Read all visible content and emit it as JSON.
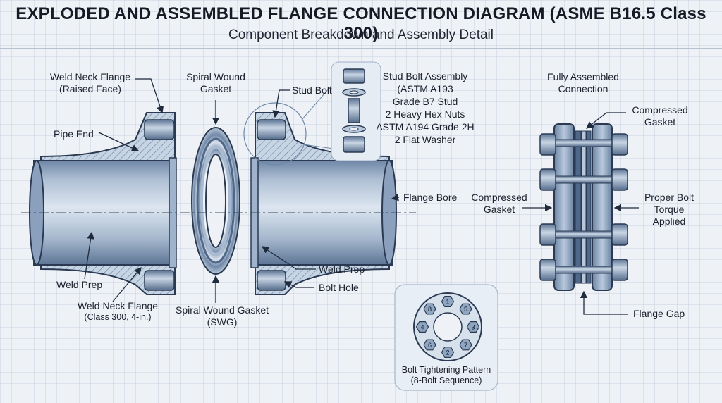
{
  "header": {
    "title": "EXPLODED AND ASSEMBLED FLANGE CONNECTION DIAGRAM (ASME B16.5 Class 300)",
    "subtitle": "Component Breakdown and Assembly Detail"
  },
  "labels": {
    "weld_neck_flange_rf": [
      "Weld Neck Flange",
      "(Raised Face)"
    ],
    "pipe_end": "Pipe End",
    "weld_prep_left": "Weld Prep",
    "weld_neck_flange_class": [
      "Weld Neck Flange",
      "(Class 300, 4-in.)"
    ],
    "spiral_wound_gasket": [
      "Spiral Wound",
      "Gasket"
    ],
    "spiral_wound_gasket_swg": [
      "Spiral Wound Gasket",
      "(SWG)"
    ],
    "stud_bolt": "Stud Bolt",
    "stud_bolt_assembly": [
      "Stud Bolt Assembly",
      "(ASTM A193",
      "Grade B7 Stud",
      "2 Heavy Hex Nuts",
      "ASTM A194 Grade 2H",
      "2 Flat Washer"
    ],
    "flange_bore": "Flange Bore",
    "weld_prep_right": "Weld Prep",
    "bolt_hole": "Bolt Hole",
    "fully_assembled": [
      "Fully Assembled",
      "Connection"
    ],
    "compressed_gasket_top": [
      "Compressed",
      "Gasket"
    ],
    "compressed_gasket_left": [
      "Compressed",
      "Gasket"
    ],
    "proper_bolt_torque": [
      "Proper Bolt",
      "Torque",
      "Applied"
    ],
    "flange_gap": "Flange Gap",
    "bolt_tightening_pattern": [
      "Bolt Tightening Pattern",
      "(8-Bolt Sequence)"
    ]
  },
  "bolt_sequence": [
    "1",
    "5",
    "3",
    "7",
    "2",
    "6",
    "4",
    "8"
  ],
  "colors": {
    "steel_light": "#c8d6e6",
    "steel_mid": "#9fb4cc",
    "steel_dark": "#5f7896",
    "outline": "#2b3a52",
    "hatch": "#6d86a6"
  }
}
